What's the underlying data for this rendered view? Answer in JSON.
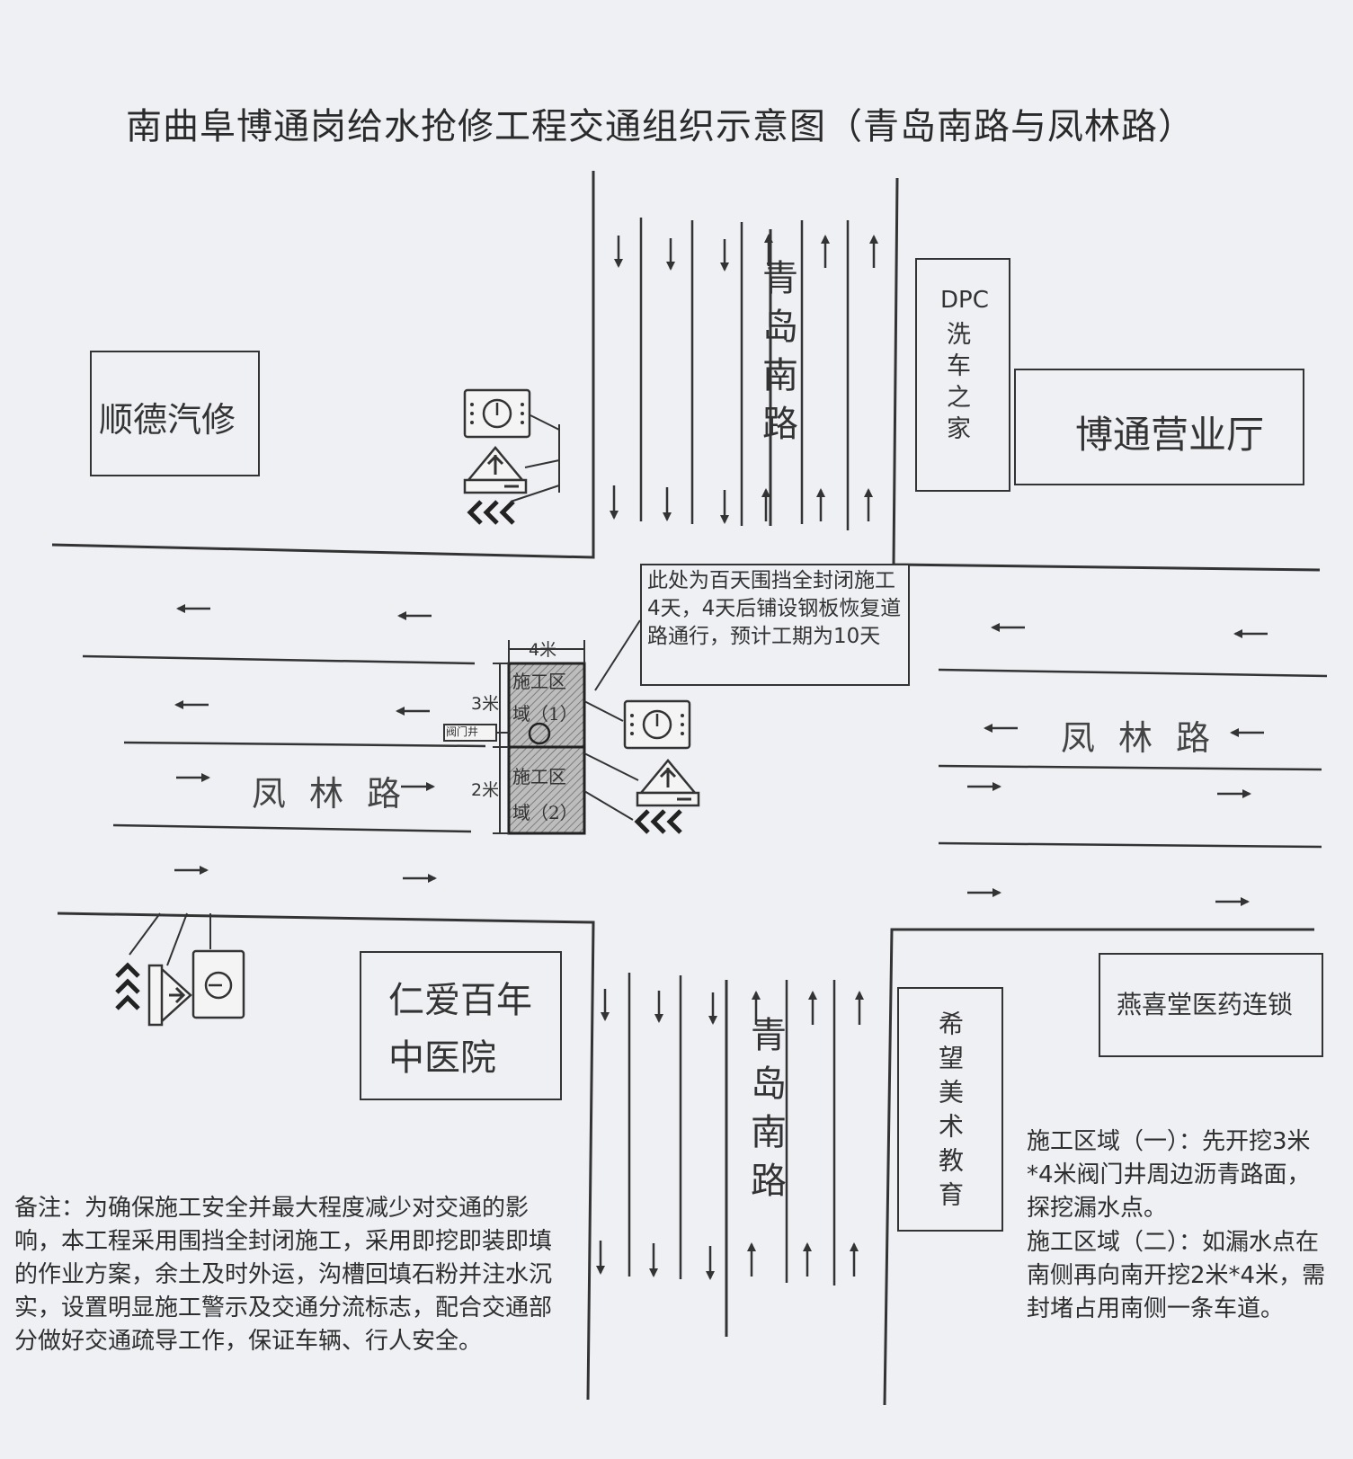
{
  "title": "南曲阜博通岗给水抢修工程交通组织示意图（青岛南路与凤林路）",
  "roads": {
    "north_south_top": "青岛南路",
    "north_south_bottom": "青岛南路",
    "east_west_left": "凤林路",
    "east_west_right": "凤林路"
  },
  "buildings": {
    "shunde": "顺德汽修",
    "dpc": "DPC洗车之家",
    "dpc_prefix": "DPC",
    "dpc_rest": "洗车之家",
    "botong": "博通营业厅",
    "renai_line1": "仁爱百年",
    "renai_line2": "中医院",
    "xiwang": "希望美术教育",
    "yanxitang": "燕喜堂医药连锁"
  },
  "callout": "此处为百天围挡全封闭施工4天，4天后铺设钢板恢复道路通行，预计工期为10天",
  "zones": {
    "zone1_line1": "施工区",
    "zone1_line2": "域（1）",
    "zone2_line1": "施工区",
    "zone2_line2": "域（2）",
    "valve_label": "阀门井",
    "dim_top": "4米",
    "dim_zone1": "3米",
    "dim_zone2": "2米"
  },
  "notes": {
    "remark": "备注：为确保施工安全并最大程度减少对交通的影响，本工程采用围挡全封闭施工，采用即挖即装即填的作业方案，余土及时外运，沟槽回填石粉并注水沉实，设置明显施工警示及交通分流标志，配合交通部分做好交通疏导工作，保证车辆、行人安全。",
    "zone1_desc": "施工区域（一）：先开挖3米*4米阀门井周边沥青路面，探挖漏水点。",
    "zone2_desc": "施工区域（二）：如漏水点在南侧再向南开挖2米*4米，需封堵占用南侧一条车道。"
  },
  "colors": {
    "line": "#333333",
    "background": "#eef0f4",
    "hatch": "#9a9a9a"
  },
  "icons": [
    "construction-sign-icon",
    "warning-triangle-icon",
    "chevron-arrows-icon",
    "valve-well-icon"
  ]
}
